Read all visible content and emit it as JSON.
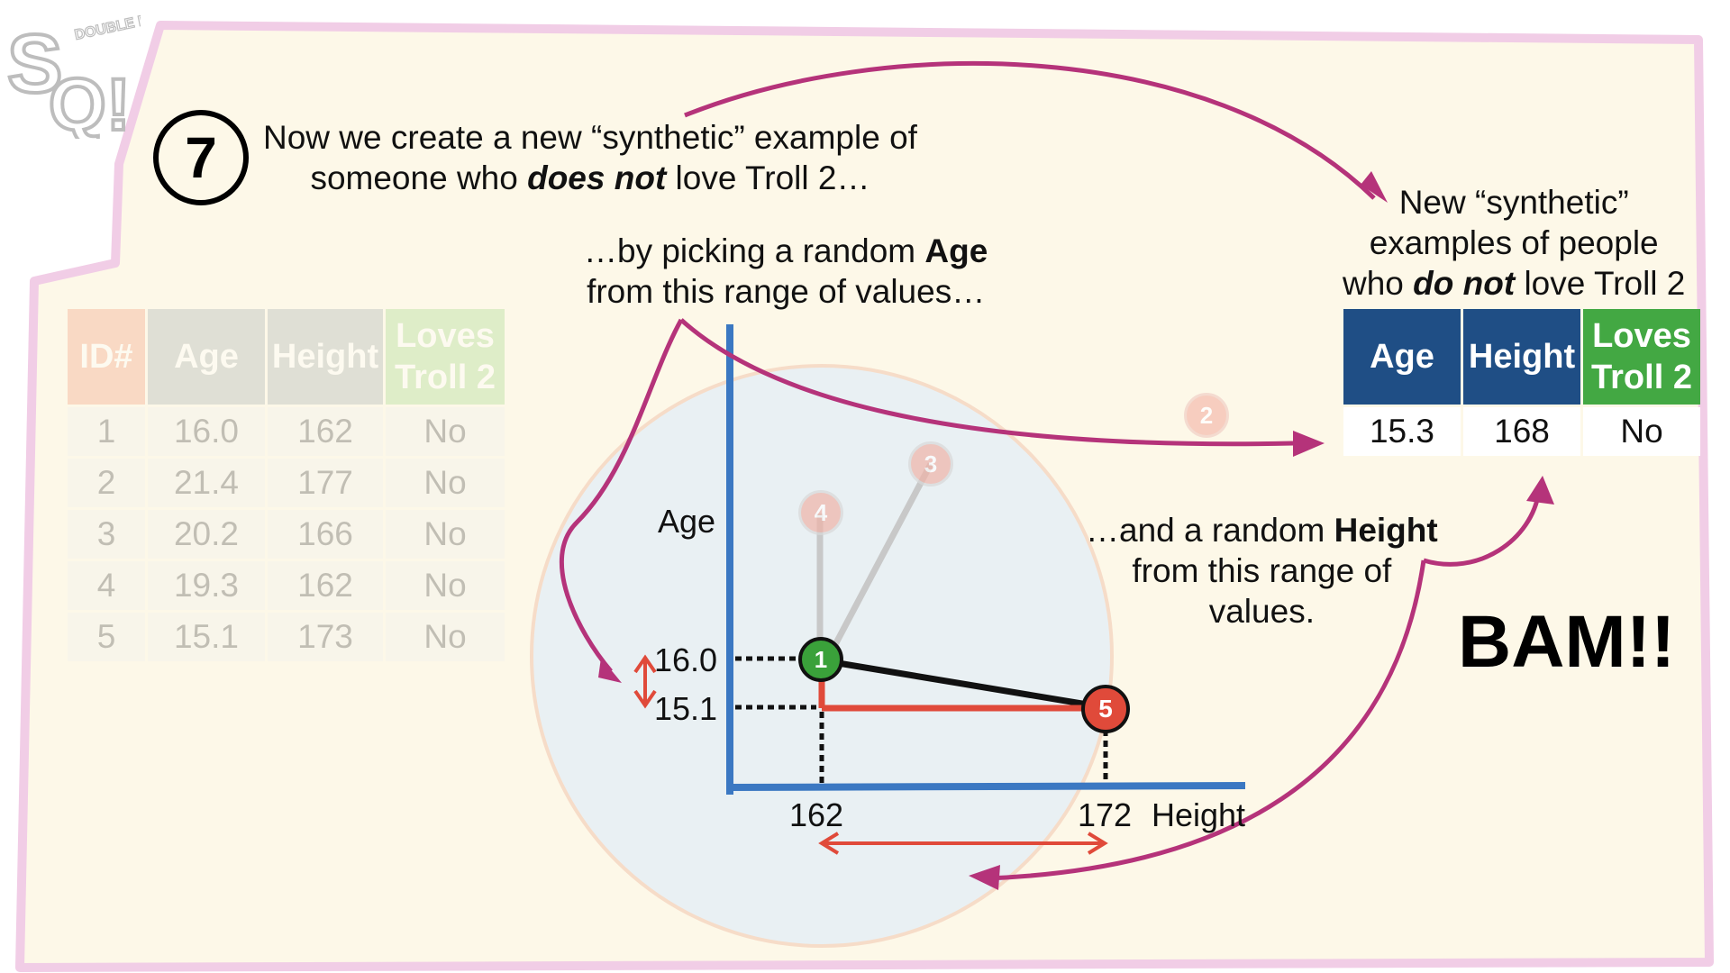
{
  "logo": {
    "text": "S",
    "text2": "Q!",
    "tag": "DOUBLE BAM!!"
  },
  "step": {
    "number": "7"
  },
  "headline": {
    "line1": "Now we create a new “synthetic” example of",
    "line2_a": "someone who ",
    "line2_b": "does not",
    "line2_c": " love Troll 2…"
  },
  "age_note": {
    "line1_a": "…by picking a random ",
    "line1_b": "Age",
    "line2": "from this range of values…"
  },
  "height_note": {
    "line1_a": "…and a random ",
    "line1_b": "Height",
    "line2": "from this range of",
    "line3": "values."
  },
  "new_note": {
    "line1": "New “synthetic”",
    "line2": "examples of people",
    "line3_a": "who ",
    "line3_b": "do not",
    "line3_c": " love Troll 2"
  },
  "bam": "BAM!!",
  "original_table": {
    "headers": [
      "ID#",
      "Age",
      "Height",
      "Loves Troll 2"
    ],
    "rows": [
      [
        "1",
        "16.0",
        "162",
        "No"
      ],
      [
        "2",
        "21.4",
        "177",
        "No"
      ],
      [
        "3",
        "20.2",
        "166",
        "No"
      ],
      [
        "4",
        "19.3",
        "162",
        "No"
      ],
      [
        "5",
        "15.1",
        "173",
        "No"
      ]
    ]
  },
  "new_table": {
    "headers": [
      "Age",
      "Height",
      "Loves Troll 2"
    ],
    "rows": [
      [
        "15.3",
        "168",
        "No"
      ]
    ]
  },
  "plot": {
    "y_label": "Age",
    "x_label": "Height",
    "y_ticks": [
      "16.0",
      "15.1"
    ],
    "x_ticks": [
      "162",
      "172"
    ],
    "markers": [
      "1",
      "2",
      "3",
      "4",
      "5"
    ]
  },
  "colors": {
    "magenta": "#b5337a",
    "axis_blue": "#3b78c2",
    "green": "#3aa13a",
    "red": "#e04a3a",
    "header_blue": "#1f4e85",
    "header_green": "#43a843",
    "faded_id": "#f3a083",
    "faded_gray": "#a8b3b3",
    "faded_green": "#a6d98f",
    "page_bg": "#fdf8e8",
    "circle_bg": "#e9f0f3",
    "border_pink": "#f1cde6"
  }
}
